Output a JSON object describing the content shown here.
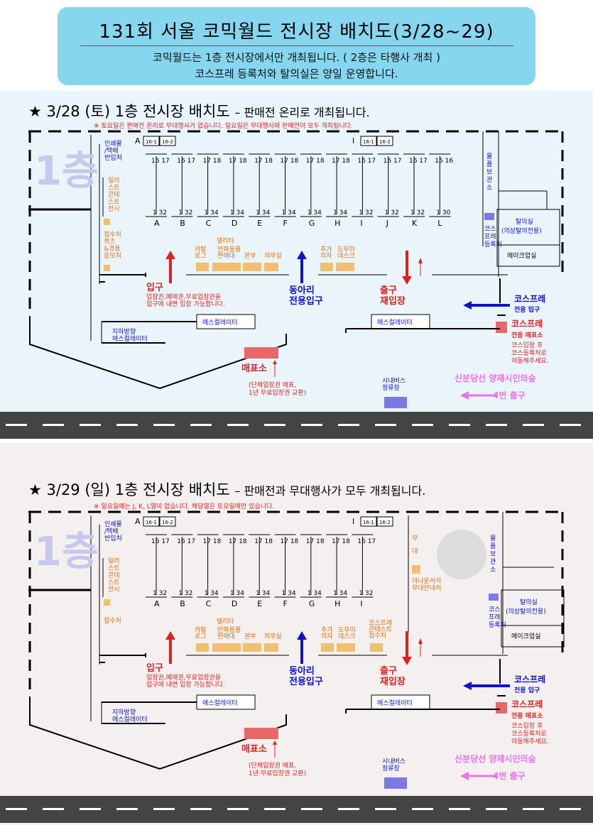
{
  "header": {
    "title": "131회 서울 코믹월드 전시장 배치도(3/28~29)",
    "line1": "코믹월드는 1층 전시장에서만 개최됩니다. ( 2층은 타행사 개최 )",
    "line2": "코스프레 등록처와 탈의실은 양일 운영합니다."
  },
  "day1": {
    "title": "★ 3/28 (토) 1층 전시장 배치도",
    "subtitle": "– 판매전 온리로 개최됩니다.",
    "note": "※ 토요일은 판매전 온리로 무대행사가 없습니다. 일요일은 무대행사와 판매전이 모두 개최됩니다.",
    "floor": "1층",
    "rows": [
      {
        "label": "A",
        "top": "16 17",
        "bottom": "1 32"
      },
      {
        "label": "B",
        "top": "16 17",
        "bottom": "1 32"
      },
      {
        "label": "C",
        "top": "17 18",
        "bottom": "1 34"
      },
      {
        "label": "D",
        "top": "17 18",
        "bottom": "1 34"
      },
      {
        "label": "E",
        "top": "17 18",
        "bottom": "1 34"
      },
      {
        "label": "F",
        "top": "17 18",
        "bottom": "1 34"
      },
      {
        "label": "G",
        "top": "17 18",
        "bottom": "1 34"
      },
      {
        "label": "H",
        "top": "17 18",
        "bottom": "1 34"
      },
      {
        "label": "I",
        "top": "16 17",
        "bottom": "1 32"
      },
      {
        "label": "J",
        "top": "16 17",
        "bottom": "1 32"
      },
      {
        "label": "K",
        "top": "16 17",
        "bottom": "1 32"
      },
      {
        "label": "L",
        "top": "15 16",
        "bottom": "1 30"
      }
    ]
  },
  "day2": {
    "title": "★ 3/29 (일) 1층 전시장 배치도",
    "subtitle": "– 판매전과 무대행사가 모두 개최됩니다.",
    "note": "※ 일요일에는 J, K, L열이 없습니다. 해당열은 토요일에만 있습니다.",
    "floor": "1층",
    "rows": [
      {
        "label": "A",
        "top": "16 17",
        "bottom": "1 32"
      },
      {
        "label": "B",
        "top": "16 17",
        "bottom": "1 32"
      },
      {
        "label": "C",
        "top": "17 18",
        "bottom": "1 34"
      },
      {
        "label": "D",
        "top": "17 18",
        "bottom": "1 34"
      },
      {
        "label": "E",
        "top": "17 18",
        "bottom": "1 34"
      },
      {
        "label": "F",
        "top": "17 18",
        "bottom": "1 34"
      },
      {
        "label": "G",
        "top": "17 18",
        "bottom": "1 34"
      },
      {
        "label": "H",
        "top": "17 18",
        "bottom": "1 34"
      },
      {
        "label": "I",
        "top": "16 17",
        "bottom": "1 32"
      }
    ],
    "stage": "무대",
    "announce": [
      "아나운서석",
      "무대안내처"
    ],
    "cosplay_reception": [
      "코스프레",
      "콘테스트",
      "접수처"
    ]
  },
  "labels": {
    "print_delivery": [
      "인쇄물",
      "/택배",
      "반입처"
    ],
    "illust_contest": [
      "일러",
      "스트",
      "콘테",
      "스트",
      "전시"
    ],
    "reception": "접수처",
    "quiz_prize": [
      "접수처",
      "퀴즈",
      "&경품",
      "응모처"
    ],
    "deliter": "델리타",
    "catalog": [
      "카탈",
      "로그"
    ],
    "manhwa": [
      "만화용품",
      "판매대"
    ],
    "hq": "본부",
    "medical": "의무실",
    "extra_chair": [
      "추가",
      "의자"
    ],
    "help_desk": [
      "도우미",
      "데스크"
    ],
    "storage": [
      "물",
      "품",
      "보",
      "관",
      "소"
    ],
    "cos_reg": [
      "코스",
      "프레",
      "등록처"
    ],
    "dressing": "탈의실",
    "dressing_sub": "(의상탈의전용)",
    "makeup": "메이크업실",
    "entrance": "입구",
    "entrance_note": [
      "입장권,예매권,무료입장권을",
      "입구에 내면 입장 가능합니다."
    ],
    "club_entrance": [
      "동아리",
      "전용입구"
    ],
    "exit": [
      "출구",
      "재입장"
    ],
    "cos_entrance_1": "코스프레",
    "cos_entrance_2": "전용 입구",
    "cos_ticket_1": "코스프레",
    "cos_ticket_2": "전용 매표소",
    "cos_ticket_note": [
      "코스입장 후",
      "코스등록처로",
      "이동해주세요."
    ],
    "escalator": "에스컬레이터",
    "under_escalator": [
      "지하방향",
      "에스컬레이터"
    ],
    "ticket_booth": "매표소",
    "ticket_note": [
      "(단체입장권 매표,",
      "1년 무료입장권 교환)"
    ],
    "bus": [
      "시내버스",
      "정류장"
    ],
    "subway_1": "신분당선 양재시민의숲",
    "subway_2": "4번 출구",
    "booth_a": "A",
    "booth_i": "I",
    "booth_1": "16-1",
    "booth_2": "16-2"
  },
  "colors": {
    "header_bg": "#86d6f0",
    "panel1_bg": "#eaf4fb",
    "panel2_bg": "#f4f0ef",
    "red": "#e02020",
    "blue": "#1010d0",
    "booth": "#f0c070",
    "violet": "#7d78e8",
    "pink": "#ee70ee",
    "cos_booth": "#e86868"
  }
}
